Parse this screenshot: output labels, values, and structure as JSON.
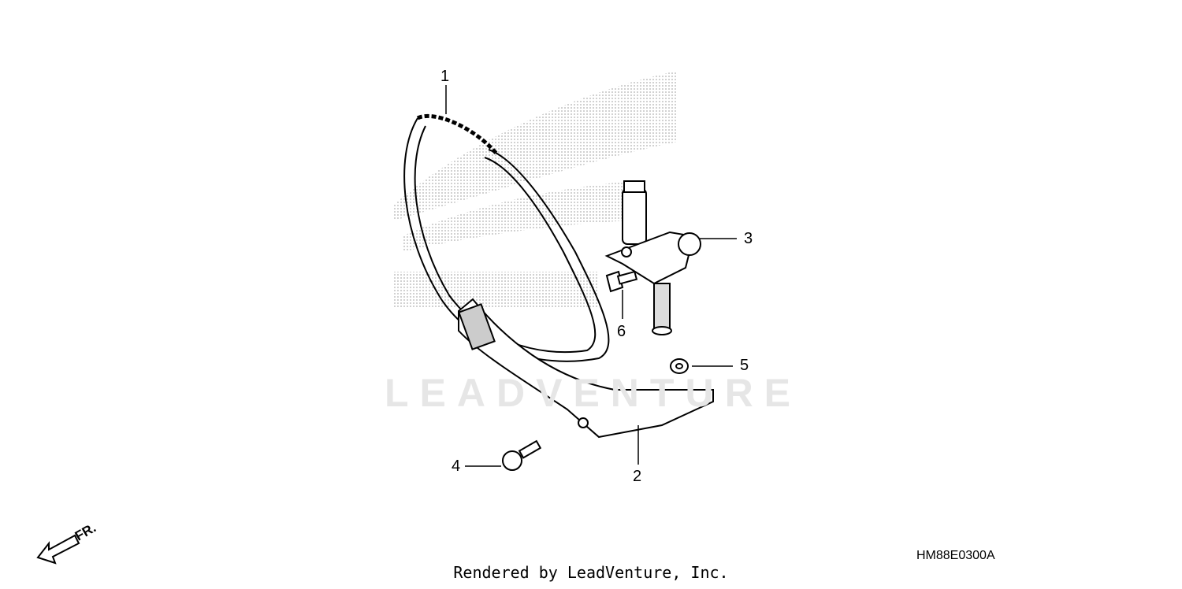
{
  "diagram": {
    "callouts": [
      "1",
      "2",
      "3",
      "4",
      "5",
      "6"
    ],
    "direction_label": "FR.",
    "diagram_code": "HM88E0300A",
    "watermark": "LEADVENTURE",
    "footer": "Rendered by LeadVenture, Inc."
  },
  "colors": {
    "line": "#000000",
    "watermark": "#e6e6e6",
    "logo_dots": "#b0b0b0"
  }
}
